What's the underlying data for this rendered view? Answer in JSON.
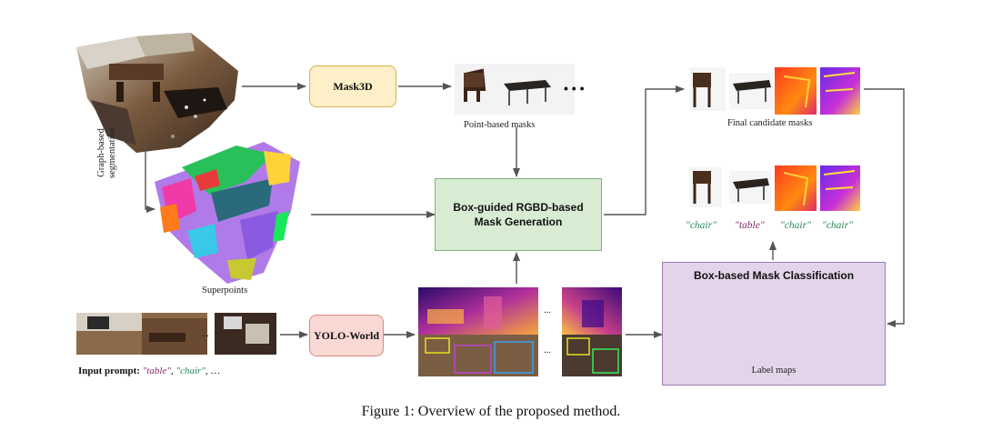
{
  "diagram": {
    "nodes": {
      "mask3d": "Mask3D",
      "box_guided_line1": "Box-guided RGBD-based",
      "box_guided_line2": "Mask Generation",
      "yolo_world": "YOLO-World",
      "box_classification": "Box-based Mask Classification"
    },
    "labels": {
      "point_masks": "Point-based masks",
      "final_candidates": "Final candidate masks",
      "superpoints": "Superpoints",
      "graph_seg_line1": "Graph-based",
      "graph_seg_line2": "segmentation",
      "label_maps": "Label maps",
      "ellipsis": "...",
      "dots": "• • •"
    },
    "class_labels": [
      {
        "text": "\"chair\"",
        "color": "#2a8a5a"
      },
      {
        "text": "\"table\"",
        "color": "#8a2a6a"
      },
      {
        "text": "\"chair\"",
        "color": "#2a8a5a"
      },
      {
        "text": "\"chair\"",
        "color": "#2a8a5a"
      }
    ],
    "prompt": {
      "prefix": "Input prompt: ",
      "table": "\"table\"",
      "sep1": ", ",
      "chair": "\"chair\"",
      "sep2": ", …"
    },
    "colors": {
      "mask3d_fill": "#fdf0c8",
      "mask3d_border": "#d9b24a",
      "gen_fill": "#d8ecd4",
      "gen_border": "#7fb37a",
      "yolo_fill": "#fad8d4",
      "yolo_border": "#d88a82",
      "classify_fill": "#e4d4ea",
      "classify_border": "#9b7fb0",
      "table_text": "#8a2a6a",
      "chair_text": "#2a8a5a"
    }
  },
  "caption": "Figure 1: Overview of the proposed method."
}
